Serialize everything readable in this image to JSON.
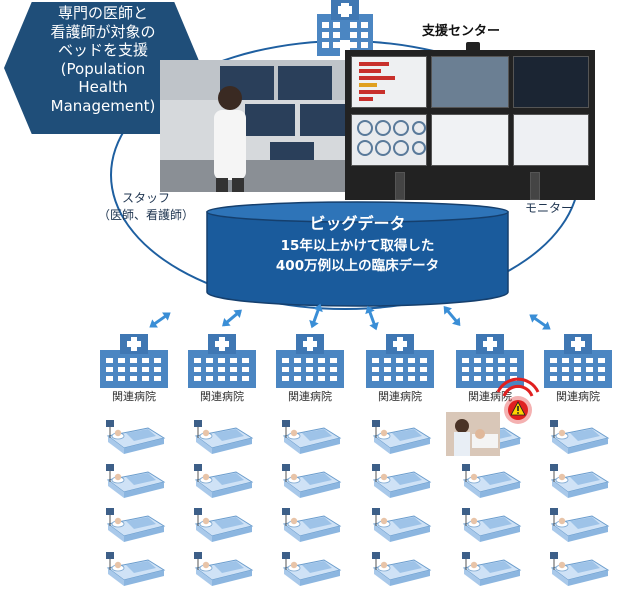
{
  "hex_callout": {
    "lines": [
      "専門の医師と",
      "看護師が対象の",
      "ベッドを支援",
      "(Population",
      "Health",
      "Management)"
    ]
  },
  "center_label": "支援センター",
  "staff_label": [
    "スタッフ",
    "（医師、看護師）"
  ],
  "monitor_label": "モニター",
  "big_data": {
    "title": "ビッグデータ",
    "line1": "15年以上かけて取得した",
    "line2": "400万例以上の臨床データ"
  },
  "hospital_label": "関連病院",
  "hospitals": [
    {
      "label": "関連病院",
      "alert": false
    },
    {
      "label": "関連病院",
      "alert": false
    },
    {
      "label": "関連病院",
      "alert": false
    },
    {
      "label": "関連病院",
      "alert": false
    },
    {
      "label": "関連病院",
      "alert": true
    },
    {
      "label": "関連病院",
      "alert": false
    }
  ],
  "colors": {
    "navy": "#1f4e79",
    "blue": "#1e5fa0",
    "cylinder": "#1a5b9c",
    "arrow": "#3a8ed6",
    "alert": "#e02020",
    "warning": "#ffd400"
  },
  "icons": [
    "hospital-icon",
    "bed-icon",
    "bidirectional-arrow-icon",
    "warning-icon",
    "signal-wave-icon"
  ]
}
